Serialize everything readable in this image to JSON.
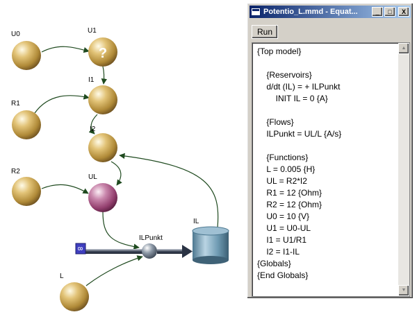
{
  "diagram": {
    "nodes": {
      "u0": "U0",
      "u1": "U1",
      "u1_symbol": "?",
      "i1": "I1",
      "r1": "R1",
      "i2": "I2",
      "r2": "R2",
      "ul": "UL",
      "ilpunkt": "ILPunkt",
      "il": "IL",
      "l": "L",
      "source_symbol": "8"
    }
  },
  "window": {
    "title": "Potentio_L.mmd - Equat...",
    "minimize_symbol": "_",
    "maximize_symbol": "□",
    "close_symbol": "X",
    "run_label": "Run",
    "scroll_up_symbol": "▲",
    "scroll_down_symbol": "▼",
    "code_lines": [
      "{Top model}",
      "",
      "    {Reservoirs}",
      "    d/dt (IL) = + ILPunkt",
      "        INIT IL = 0 {A}",
      "",
      "    {Flows}",
      "    ILPunkt = UL/L {A/s}",
      "",
      "    {Functions}",
      "    L = 0.005 {H}",
      "    UL = R2*I2",
      "    R1 = 12 {Ohm}",
      "    R2 = 12 {Ohm}",
      "    U0 = 10 {V}",
      "    U1 = U0-UL",
      "    I1 = U1/R1",
      "    I2 = I1-IL",
      "{Globals}",
      "{End Globals}"
    ]
  },
  "colors": {
    "sphere_gold": "#c9a24a",
    "sphere_pink": "#b05a8a",
    "arrow_green": "#1f4a1f",
    "reservoir_blue": "#6f9bb3",
    "titlebar_blue": "#0a246a"
  }
}
